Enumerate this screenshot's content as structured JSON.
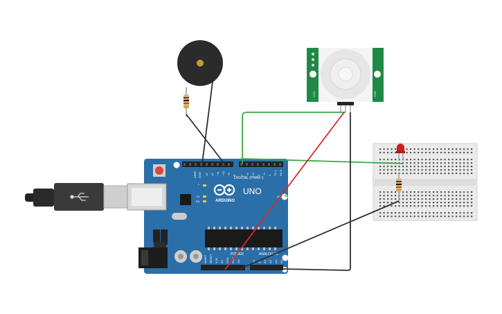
{
  "arduino": {
    "brand": "ARDUINO",
    "model": "UNO",
    "digital_label": "DIGITAL (PWM~)",
    "power_label": "POWER",
    "analog_label": "ANALOG IN",
    "aref_label": "AREF",
    "gnd_label": "GND",
    "l_label": "L",
    "tx_label": "TX",
    "rx_label": "RX",
    "on_label": "ON",
    "analog_pins": [
      "A0",
      "A1",
      "A2",
      "A3",
      "A4",
      "A5"
    ],
    "power_pins": [
      "IOREF",
      "RESET",
      "3.3V",
      "5V",
      "GND",
      "GND",
      "Vin"
    ],
    "digital_pins": [
      "13",
      "12",
      "~11",
      "~10",
      "~9",
      "8",
      "7",
      "~6",
      "~5",
      "4",
      "~3",
      "2",
      "TX 1",
      "RX 0"
    ],
    "colors": {
      "board": "#2b6fa8",
      "header": "#222222",
      "chip": "#1a1a1a"
    }
  },
  "pir_sensor": {
    "left_text": "VCC",
    "right_text": "GND",
    "colors": {
      "pcb": "#1f8a45",
      "dome": "#e8e8e8"
    }
  },
  "components": {
    "buzzer": "piezo-buzzer",
    "resistors": [
      "buzzer-resistor",
      "led-resistor"
    ],
    "led": "red-led",
    "breadboard": "mini-breadboard",
    "usb": "usb-cable"
  },
  "wires": {
    "colors": {
      "green": "#3aa845",
      "red": "#d62a2a",
      "black": "#2d2d2d"
    }
  }
}
